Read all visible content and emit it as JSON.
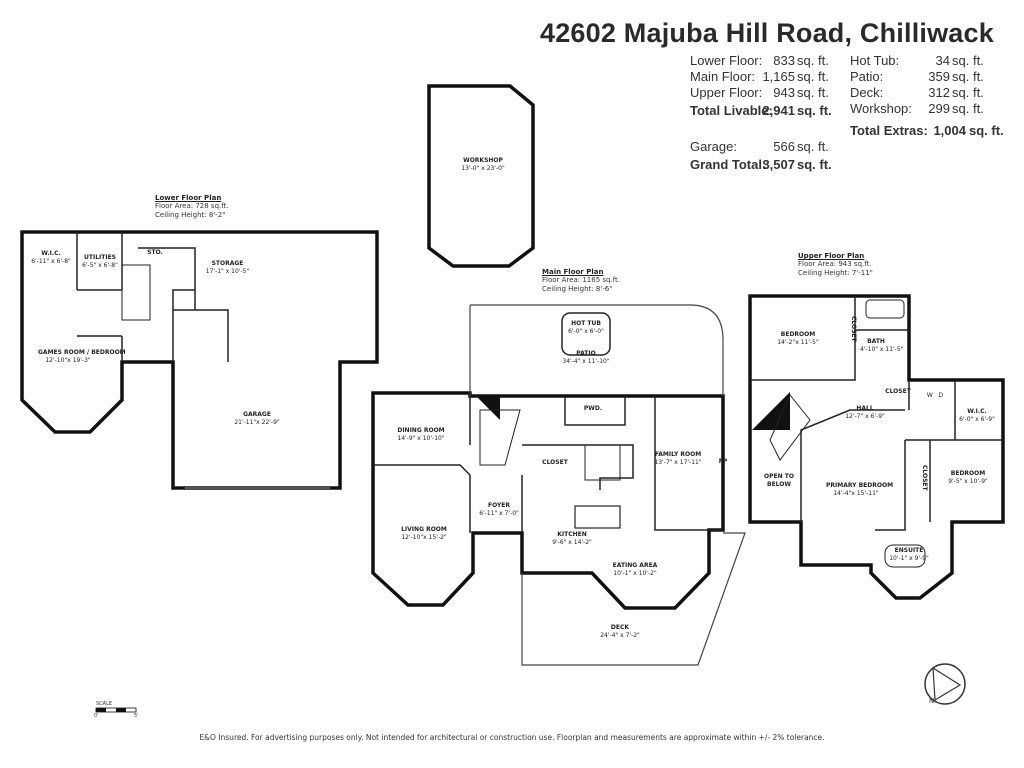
{
  "title": "42602 Majuba Hill Road, Chilliwack",
  "areas_left": [
    {
      "label": "Lower Floor:",
      "value": "833",
      "unit": "sq. ft."
    },
    {
      "label": "Main Floor:",
      "value": "1,165",
      "unit": "sq. ft."
    },
    {
      "label": "Upper Floor:",
      "value": "943",
      "unit": "sq. ft."
    }
  ],
  "total_livable": {
    "label": "Total Livable:",
    "value": "2,941",
    "unit": "sq. ft."
  },
  "garage": {
    "label": "Garage:",
    "value": "566",
    "unit": "sq. ft."
  },
  "grand_total": {
    "label": "Grand Total:",
    "value": "3,507",
    "unit": "sq. ft."
  },
  "areas_right": [
    {
      "label": "Hot Tub:",
      "value": "34",
      "unit": "sq. ft."
    },
    {
      "label": "Patio:",
      "value": "359",
      "unit": "sq. ft."
    },
    {
      "label": "Deck:",
      "value": "312",
      "unit": "sq. ft."
    },
    {
      "label": "Workshop:",
      "value": "299",
      "unit": "sq. ft."
    }
  ],
  "total_extras": {
    "label": "Total Extras:",
    "value": "1,004",
    "unit": "sq. ft."
  },
  "lower_plan": {
    "title": "Lower Floor Plan",
    "area": "Floor Area: 728 sq.ft.",
    "ceiling": "Ceiling Height: 8'-2\""
  },
  "main_plan": {
    "title": "Main Floor Plan",
    "area": "Floor Area: 1165 sq.ft.",
    "ceiling": "Ceiling Height: 8'-6\""
  },
  "upper_plan": {
    "title": "Upper Floor Plan",
    "area": "Floor Area: 943 sq.ft.",
    "ceiling": "Ceiling Height: 7'-11\""
  },
  "rooms": {
    "workshop": {
      "name": "WORKSHOP",
      "dim": "13'-0\" x 23'-0\""
    },
    "wic_lower": {
      "name": "W.I.C.",
      "dim": "6'-11\" x 6'-8\""
    },
    "utilities": {
      "name": "UTILITIES",
      "dim": "6'-5\" x 6'-8\""
    },
    "sto": {
      "name": "STO.",
      "dim": ""
    },
    "storage": {
      "name": "STORAGE",
      "dim": "17'-1\" x 10'-5\""
    },
    "games": {
      "name": "GAMES ROOM / BEDROOM",
      "dim": "12'-10\"x 19'-3\""
    },
    "garage": {
      "name": "GARAGE",
      "dim": "21'-11\"x 22'-9\""
    },
    "hottub": {
      "name": "HOT TUB",
      "dim": "6'-0\" x 6'-0\""
    },
    "patio": {
      "name": "PATIO",
      "dim": "34'-4\" x 11'-10\""
    },
    "dining": {
      "name": "DINING ROOM",
      "dim": "14'-9\" x 10'-10\""
    },
    "pwd": {
      "name": "PWD.",
      "dim": ""
    },
    "family": {
      "name": "FAMILY ROOM",
      "dim": "13'-7\" x 17'-11\""
    },
    "fp": {
      "name": "FP",
      "dim": ""
    },
    "closet_main": {
      "name": "CLOSET",
      "dim": ""
    },
    "foyer": {
      "name": "FOYER",
      "dim": "6'-11\" x 7'-0\""
    },
    "living": {
      "name": "LIVING ROOM",
      "dim": "12'-10\"x 15'-2\""
    },
    "kitchen": {
      "name": "KITCHEN",
      "dim": "9'-6\" x 14'-2\""
    },
    "eating": {
      "name": "EATING AREA",
      "dim": "10'-1\" x 10'-2\""
    },
    "deck": {
      "name": "DECK",
      "dim": "24'-4\" x 7'-2\""
    },
    "bedroom_up1": {
      "name": "BEDROOM",
      "dim": "14'-2\"x 11'-5\""
    },
    "closet_up1": {
      "name": "CLOSET",
      "dim": ""
    },
    "bath": {
      "name": "BATH",
      "dim": "4'-10\" x 11'-5\""
    },
    "closet_hall": {
      "name": "CLOSET",
      "dim": ""
    },
    "wd": {
      "name": "W",
      "dim": "D"
    },
    "hall": {
      "name": "HALL",
      "dim": "12'-7\" x 6'-9\""
    },
    "wic_upper": {
      "name": "W.I.C.",
      "dim": "6'-0\" x 6'-9\""
    },
    "open_below": {
      "name": "OPEN TO BELOW",
      "dim": ""
    },
    "primary": {
      "name": "PRIMARY BEDROOM",
      "dim": "14'-4\"x 15'-11\""
    },
    "closet_up2": {
      "name": "CLOSET",
      "dim": ""
    },
    "bedroom_up2": {
      "name": "BEDROOM",
      "dim": "9'-5\" x 10'-9\""
    },
    "ensuite": {
      "name": "ENSUITE",
      "dim": "10'-1\" x 9'-9\""
    }
  },
  "scale": {
    "label": "SCALE",
    "min": "0'",
    "max": "5'"
  },
  "compass": {
    "letter": "N"
  },
  "disclaimer": "E&O Insured. For advertising purposes only. Not intended for architectural or construction use. Floorplan and measurements are approximate within +/- 2% tolerance."
}
